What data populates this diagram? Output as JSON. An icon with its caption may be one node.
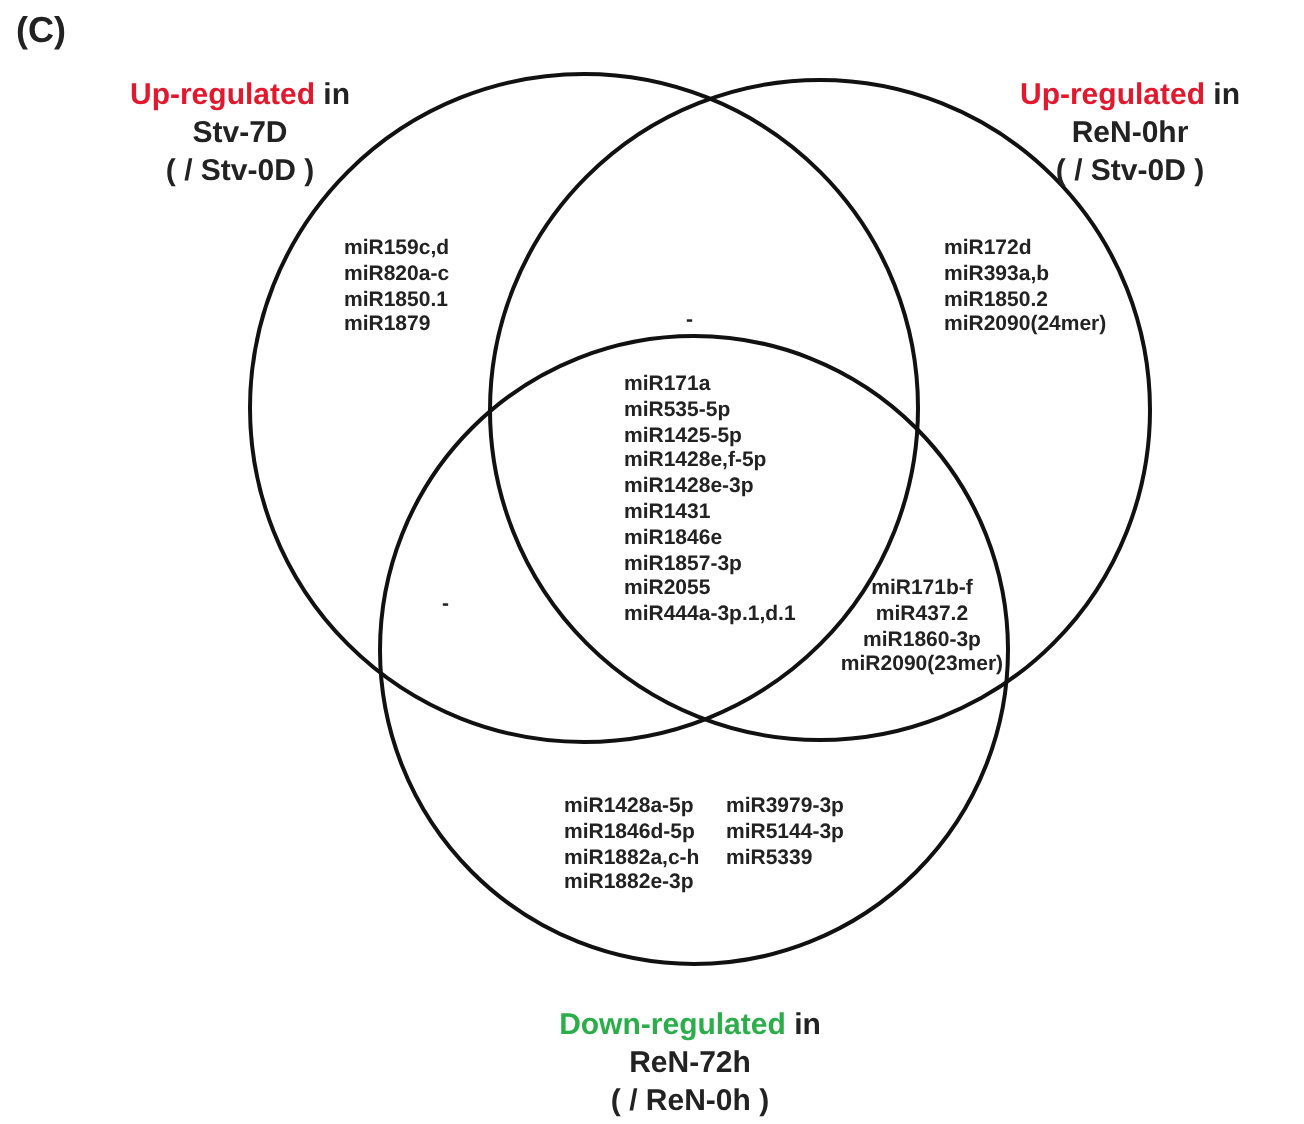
{
  "diagram": {
    "nodes": [
      {
        "text": [
          "Up-regulated in Stv-7D",
          "( / Stv-0D )"
        ]
      },
      {
        "text": [
          "Up-regulated in ReN-0hr",
          "( / Stv-0D )"
        ]
      },
      {
        "text": [
          "Down-regulated in ReN-72h",
          "( / ReN-0h )"
        ]
      }
    ],
    "labels": [
      "(C)",
      "miR159c,d miR820a-c miR1850.1 miR1879",
      "-",
      "miR172d miR393a,b miR1850.2 miR2090(24mer)",
      "miR171a miR535-5p miR1425-5p miR1428e,f-5p miR1428e-3p miR1431 miR1846e miR1857-3p miR2055 miR444a-3p.1,d.1",
      "-",
      "miR171b-f miR437.2 miR1860-3p miR2090(23mer)",
      "miR1428a-5p miR1846d-5p miR1882a,c-h miR1882e-3p",
      "miR3979-3p miR5144-3p miR5339"
    ]
  }
}
